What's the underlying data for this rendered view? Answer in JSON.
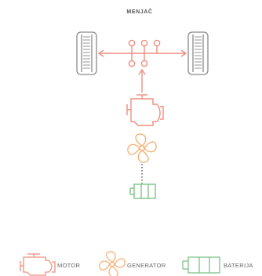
{
  "title": "MENJAČ",
  "colors": {
    "engine": "#f08e7e",
    "generator": "#f5b277",
    "battery": "#7ec488",
    "tire": "#8a8a8a",
    "connector": "#666666",
    "text": "#555555"
  },
  "icons": {
    "left_wheel": "tire-icon",
    "right_wheel": "tire-icon",
    "gearbox": "gearbox-icon",
    "engine": "engine-icon",
    "generator": "fan-icon",
    "battery": "battery-icon"
  },
  "legend": {
    "motor_label": "MOTOR",
    "generator_label": "GENERATOR",
    "battery_label": "BATERIJA"
  }
}
